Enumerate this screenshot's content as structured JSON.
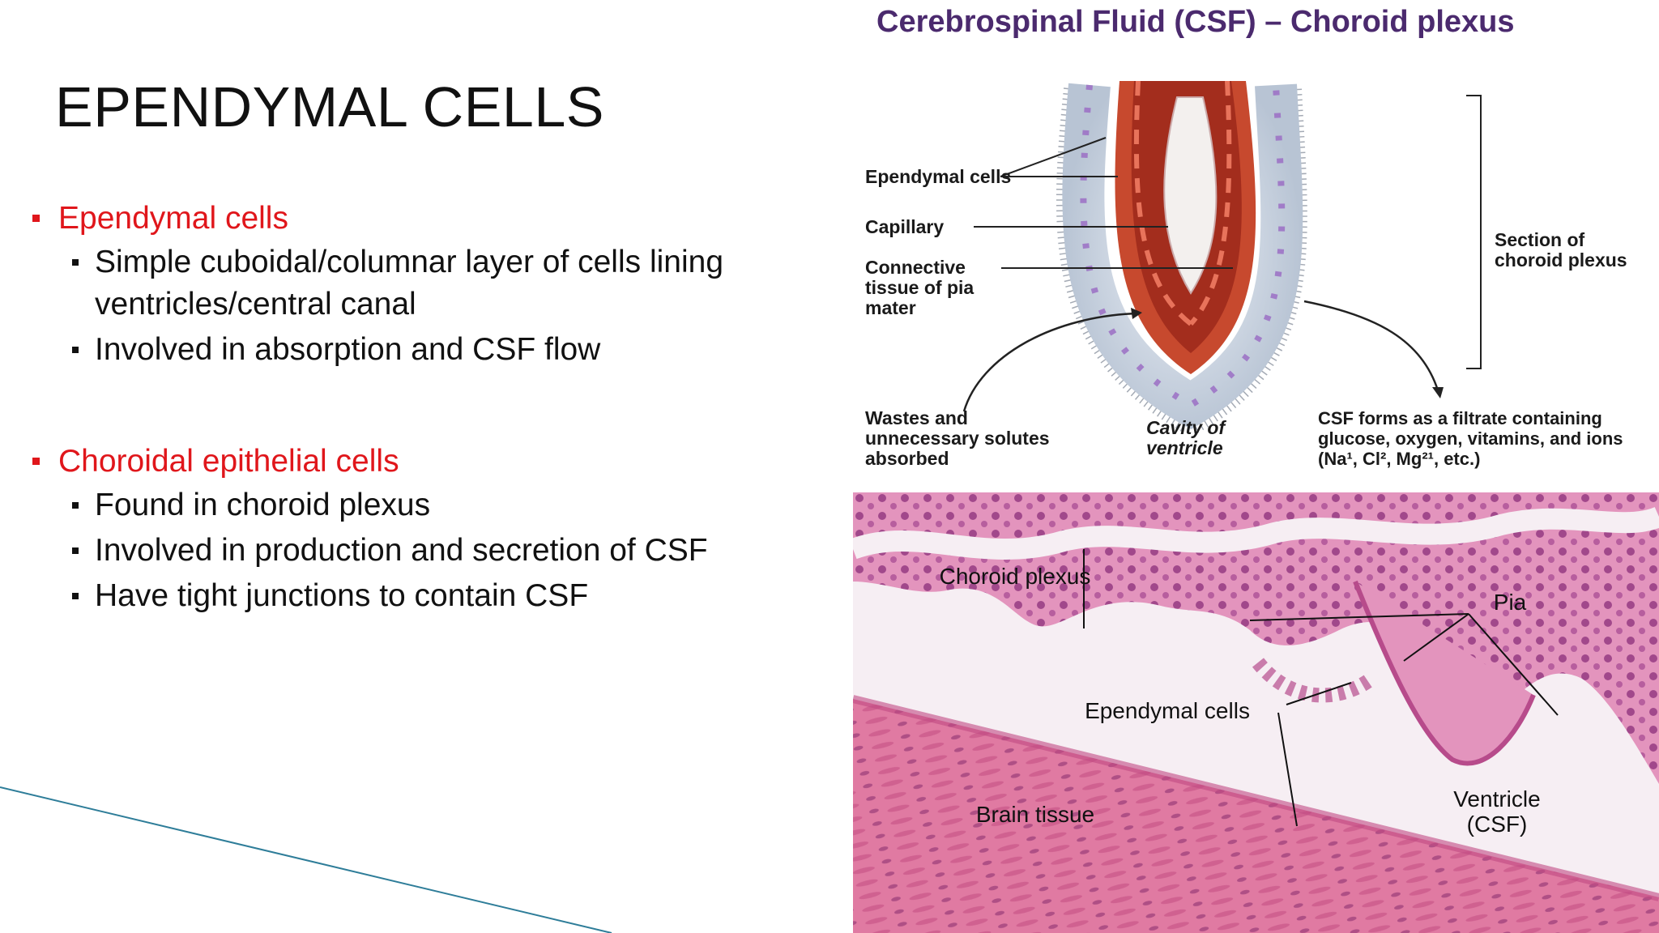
{
  "slide": {
    "title": "EPENDYMAL CELLS",
    "sections": [
      {
        "heading": "Ependymal cells",
        "items": [
          "Simple cuboidal/columnar layer of cells lining ventricles/central canal",
          "Involved in absorption and CSF flow"
        ]
      },
      {
        "heading": "Choroidal epithelial cells",
        "items": [
          "Found in choroid plexus",
          "Involved in production and secretion of CSF",
          "Have tight junctions to contain CSF"
        ]
      }
    ]
  },
  "figure": {
    "title": "Cerebrospinal Fluid (CSF) – Choroid plexus",
    "labels": {
      "ependymal": "Ependymal cells",
      "capillary": "Capillary",
      "connective": "Connective tissue of pia mater",
      "section": "Section of choroid plexus",
      "wastes": "Wastes and unnecessary solutes absorbed",
      "cavity": "Cavity of ventricle",
      "csf_forms": "CSF forms as a filtrate containing glucose, oxygen, vitamins, and ions (Na¹, Cl², Mg²¹, etc.)"
    }
  },
  "micrograph": {
    "labels": {
      "choroid": "Choroid plexus",
      "pia": "Pia",
      "ependymal": "Ependymal cells",
      "brain": "Brain tissue",
      "ventricle": "Ventricle (CSF)"
    }
  },
  "colors": {
    "accent": "#e0161b",
    "title_purple": "#4b2a6e",
    "deco_line": "#2e7d99"
  }
}
